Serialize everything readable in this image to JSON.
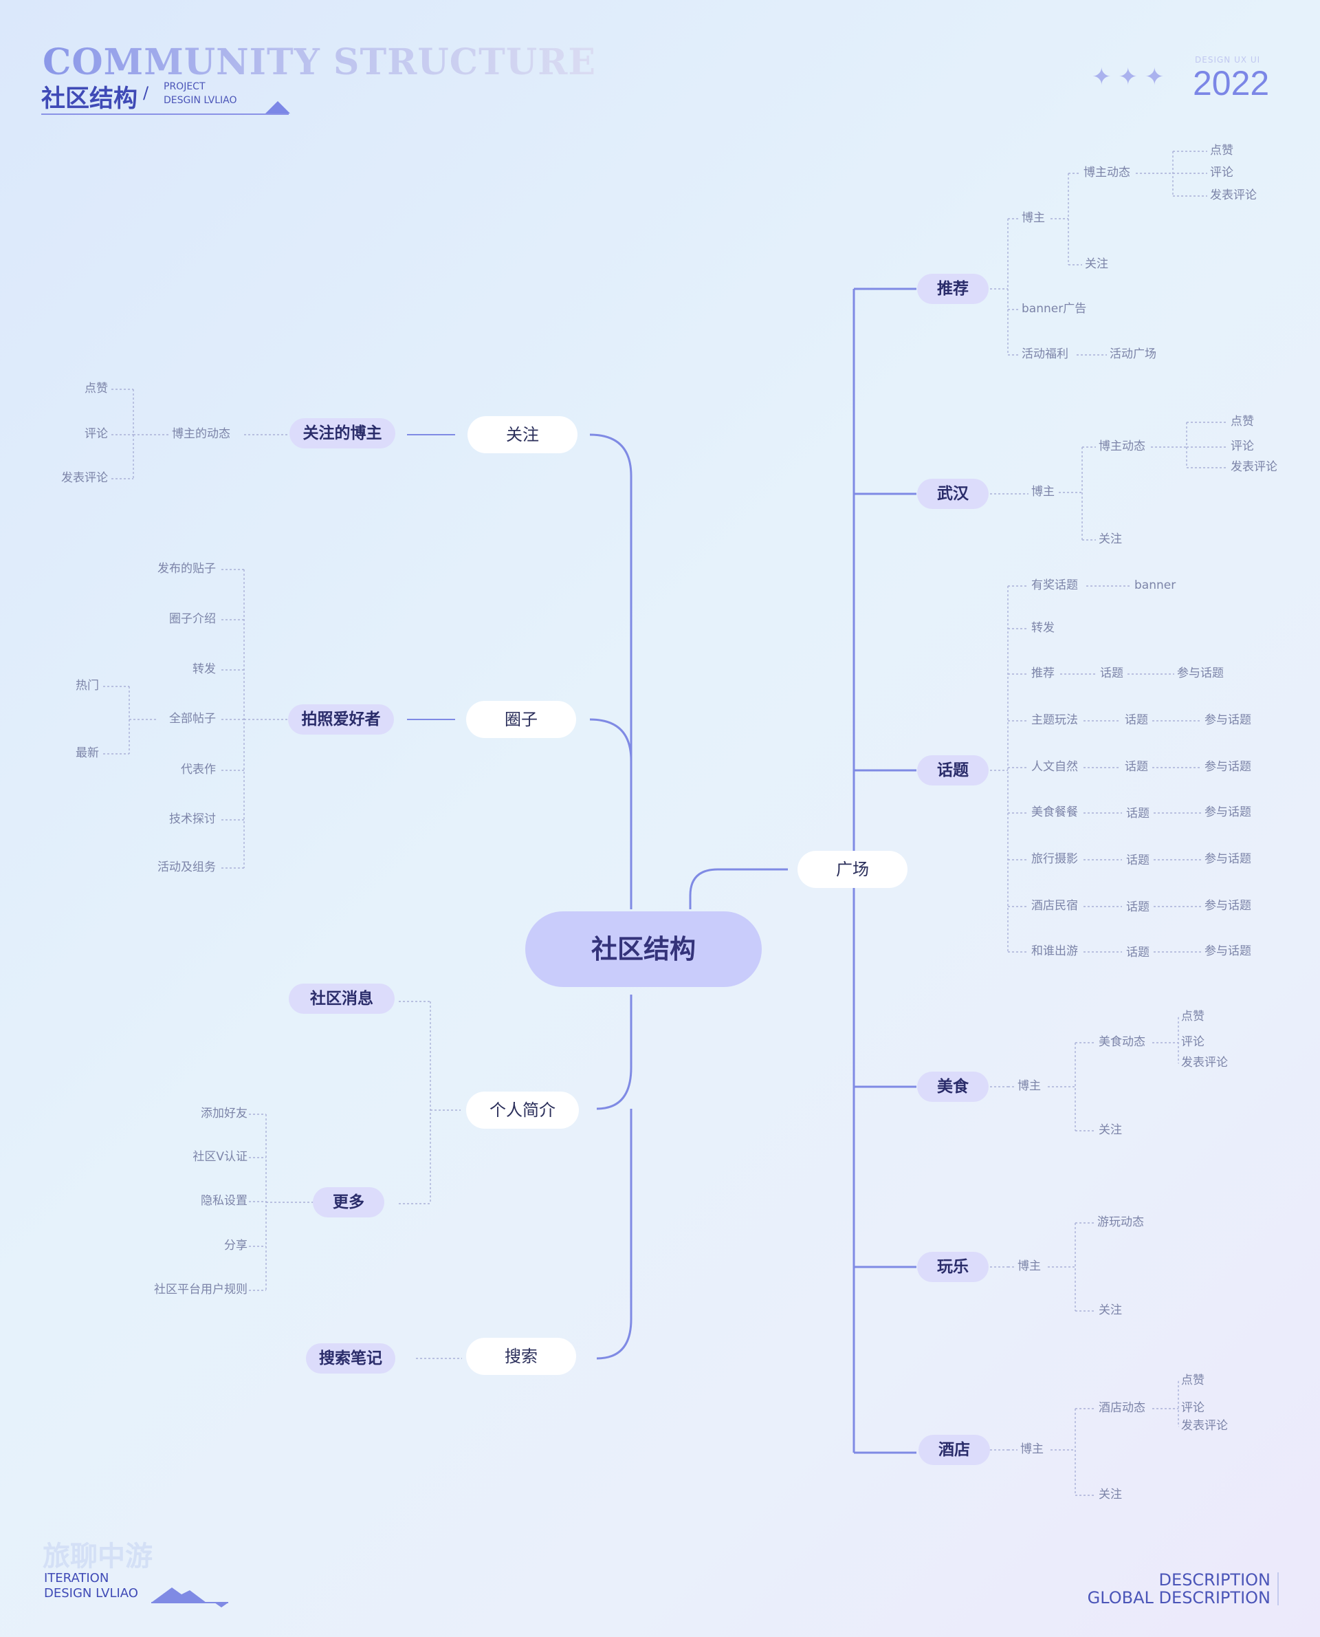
{
  "header": {
    "title_en": "COMMUNITY STRUCTURE",
    "title_cn": "社区结构",
    "slash": "/",
    "sub_line1": "PROJECT",
    "sub_line2": "DESGIN LVLIAO",
    "year": "2022",
    "year_sub": "DESIGN  UX UI",
    "stars": "✦✦✦"
  },
  "footer": {
    "brand_cn": "旅聊中游",
    "line1": "ITERATION",
    "line2": "DESIGN   LVLIAO",
    "desc1": "DESCRIPTION",
    "desc2": "GLOBAL DESCRIPTION"
  },
  "colors": {
    "primary_line": "#7f8ae4",
    "dotted_line": "#a9b0d8",
    "center_fill": "#c9ccfb",
    "chip_fill": "#dcdcfb",
    "accent": "#3f4ab6"
  },
  "mindmap": {
    "center": "社区结构",
    "left": {
      "follow": {
        "label": "关注",
        "sub": "关注的博主",
        "detail": "博主的动态",
        "actions": [
          "点赞",
          "评论",
          "发表评论"
        ]
      },
      "circle": {
        "label": "圈子",
        "sub": "拍照爱好者",
        "items": [
          "发布的贴子",
          "圈子介绍",
          "转发",
          "全部帖子",
          "代表作",
          "技术探讨",
          "活动及组务"
        ],
        "all_posts_children": [
          "热门",
          "最新"
        ]
      },
      "profile": {
        "label": "个人简介",
        "messages": "社区消息",
        "more": "更多",
        "more_items": [
          "添加好友",
          "社区V认证",
          "隐私设置",
          "分享",
          "社区平台用户规则"
        ]
      },
      "search": {
        "label": "搜索",
        "sub": "搜索笔记"
      }
    },
    "right": {
      "label": "广场",
      "recommend": {
        "label": "推荐",
        "blogger": "博主",
        "blogger_feed": "博主动态",
        "feed_actions": [
          "点赞",
          "评论",
          "发表评论"
        ],
        "follow": "关注",
        "banner": "banner广告",
        "welfare": "活动福利",
        "welfare_child": "活动广场"
      },
      "wuhan": {
        "label": "武汉",
        "blogger": "博主",
        "blogger_feed": "博主动态",
        "feed_actions": [
          "点赞",
          "评论",
          "发表评论"
        ],
        "follow": "关注"
      },
      "topics": {
        "label": "话题",
        "reward": "有奖话题",
        "reward_child": "banner",
        "forward": "转发",
        "rows": [
          {
            "name": "推荐",
            "topic": "话题",
            "join": "参与话题"
          },
          {
            "name": "主题玩法",
            "topic": "话题",
            "join": "参与话题"
          },
          {
            "name": "人文自然",
            "topic": "话题",
            "join": "参与话题"
          },
          {
            "name": "美食餐餐",
            "topic": "话题",
            "join": "参与话题"
          },
          {
            "name": "旅行摄影",
            "topic": "话题",
            "join": "参与话题"
          },
          {
            "name": "酒店民宿",
            "topic": "话题",
            "join": "参与话题"
          },
          {
            "name": "和谁出游",
            "topic": "话题",
            "join": "参与话题"
          }
        ]
      },
      "food": {
        "label": "美食",
        "blogger": "博主",
        "feed": "美食动态",
        "feed_actions": [
          "点赞",
          "评论",
          "发表评论"
        ],
        "follow": "关注"
      },
      "fun": {
        "label": "玩乐",
        "blogger": "博主",
        "feed": "游玩动态",
        "follow": "关注"
      },
      "hotel": {
        "label": "酒店",
        "blogger": "博主",
        "feed": "酒店动态",
        "feed_actions": [
          "点赞",
          "评论",
          "发表评论"
        ],
        "follow": "关注"
      }
    }
  }
}
